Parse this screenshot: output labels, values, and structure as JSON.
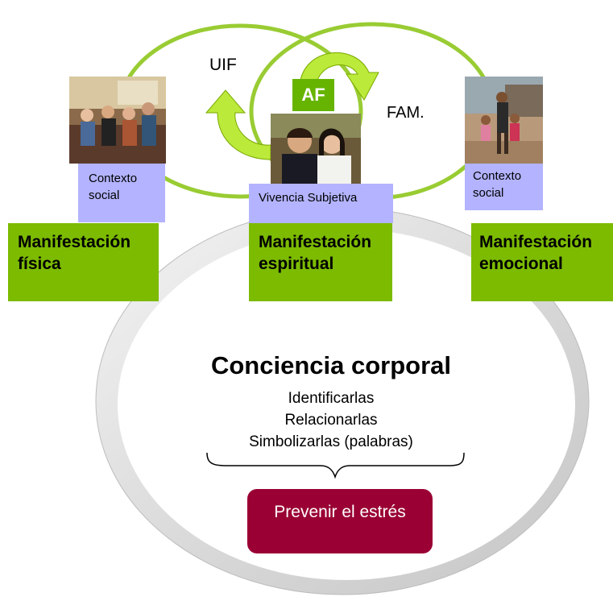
{
  "cycle": {
    "label_left": "UIF",
    "label_center": "AF",
    "label_right": "FAM."
  },
  "colors": {
    "ring_green": "#99cc33",
    "arrow_fill": "#bbea3a",
    "box_green": "#7cbb00",
    "context_purple": "#b3b3ff",
    "prevent_red": "#9a0033",
    "big_ring": "#d9d9d9"
  },
  "contexts": {
    "left": "Contexto social",
    "center": "Vivencia Subjetiva",
    "right": "Contexto social"
  },
  "manifestations": {
    "left": "Manifestación física",
    "center": "Manifestación espiritual",
    "right": "Manifestación emocional"
  },
  "body_awareness": {
    "title": "Conciencia corporal",
    "steps": [
      "Identificarlas",
      "Relacionarlas",
      "Simbolizarlas (palabras)"
    ],
    "result": "Prevenir el estrés"
  },
  "photos": {
    "left": "group-meeting-photo",
    "center": "couple-photo",
    "right": "family-photo"
  }
}
